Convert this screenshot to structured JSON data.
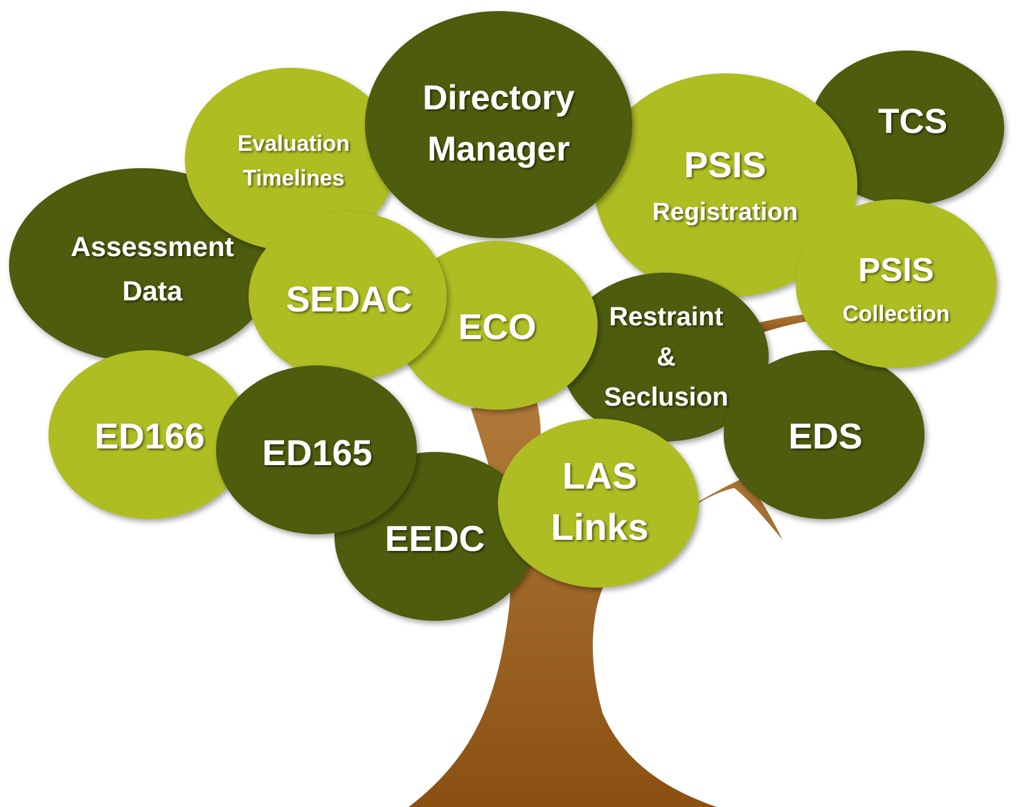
{
  "colors": {
    "dark_leaf": "#4e5c10",
    "light_leaf": "#adbd22",
    "trunk_top": "#b07a3a",
    "trunk_bottom": "#8a5012",
    "text": "#ffffff"
  },
  "leaves": {
    "assessment_data": {
      "line1": "Assessment",
      "line2": "Data"
    },
    "evaluation_timelines": {
      "line1": "Evaluation",
      "line2": "Timelines"
    },
    "directory_manager": {
      "line1": "Directory",
      "line2": "Manager"
    },
    "psis_registration": {
      "line1": "PSIS",
      "line2": "Registration"
    },
    "tcs": {
      "line1": "TCS"
    },
    "sedac": {
      "line1": "SEDAC"
    },
    "eco": {
      "line1": "ECO"
    },
    "restraint_seclusion": {
      "line1": "Restraint",
      "line2": "&",
      "line3": "Seclusion"
    },
    "psis_collection": {
      "line1": "PSIS",
      "line2": "Collection"
    },
    "ed166": {
      "line1": "ED166"
    },
    "ed165": {
      "line1": "ED165"
    },
    "eds": {
      "line1": "EDS"
    },
    "eedc": {
      "line1": "EEDC"
    },
    "las_links": {
      "line1": "LAS",
      "line2": "Links"
    }
  }
}
